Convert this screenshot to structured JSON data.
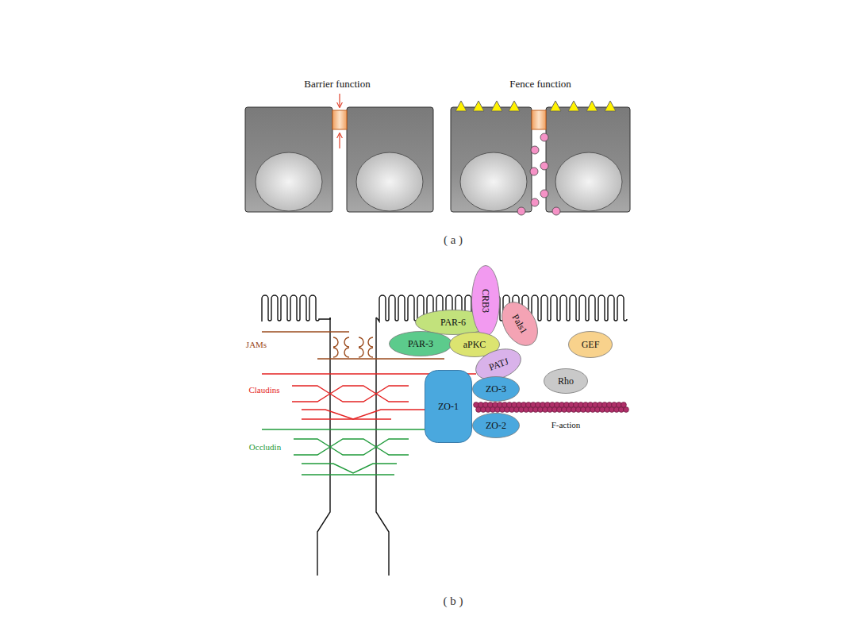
{
  "diagram": {
    "nodes": [
      {
        "text": [
          "PAR-6"
        ]
      },
      {
        "text": [
          "CRB3"
        ]
      },
      {
        "text": [
          "Pals1"
        ]
      },
      {
        "text": [
          "PAR-3"
        ]
      },
      {
        "text": [
          "aPKC"
        ]
      },
      {
        "text": [
          "PATJ"
        ]
      },
      {
        "text": [
          "GEF"
        ]
      },
      {
        "text": [
          "ZO-1"
        ]
      },
      {
        "text": [
          "ZO-3"
        ]
      },
      {
        "text": [
          "Rho"
        ]
      },
      {
        "text": [
          "ZO-2"
        ]
      }
    ],
    "labels": [
      "Barrier function",
      "Fence function",
      "( a )",
      "JAMs",
      "Claudins",
      "Occludin",
      "F-action",
      "( b )"
    ]
  }
}
